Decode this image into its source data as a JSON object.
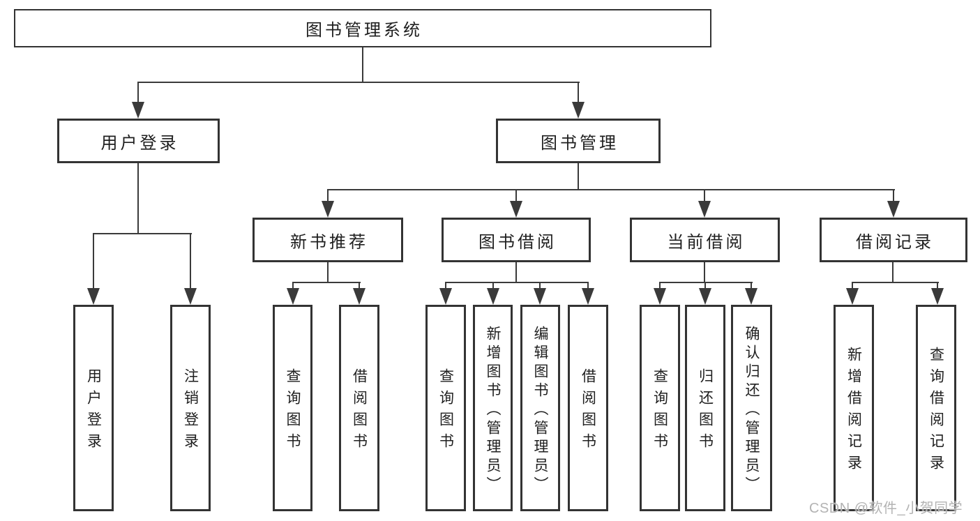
{
  "root": {
    "label": "图书管理系统"
  },
  "level2": [
    {
      "label": "用户登录"
    },
    {
      "label": "图书管理"
    }
  ],
  "level3": [
    {
      "label": "新书推荐"
    },
    {
      "label": "图书借阅"
    },
    {
      "label": "当前借阅"
    },
    {
      "label": "借阅记录"
    }
  ],
  "leaves": [
    {
      "label": "用户登录"
    },
    {
      "label": "注销登录"
    },
    {
      "label": "查询图书"
    },
    {
      "label": "借阅图书"
    },
    {
      "label": "查询图书"
    },
    {
      "label": "新增图书（管理员）"
    },
    {
      "label": "编辑图书（管理员）"
    },
    {
      "label": "借阅图书"
    },
    {
      "label": "查询图书"
    },
    {
      "label": "归还图书"
    },
    {
      "label": "确认归还（管理员）"
    },
    {
      "label": "新增借阅记录"
    },
    {
      "label": "查询借阅记录"
    }
  ],
  "watermark": {
    "text": "CSDN @软件_小贺同学"
  },
  "colors": {
    "line": "#3a3a3a",
    "border": "#333333",
    "text": "#1f1f1f",
    "watermark": "#b3b3b3",
    "background": "#ffffff"
  }
}
